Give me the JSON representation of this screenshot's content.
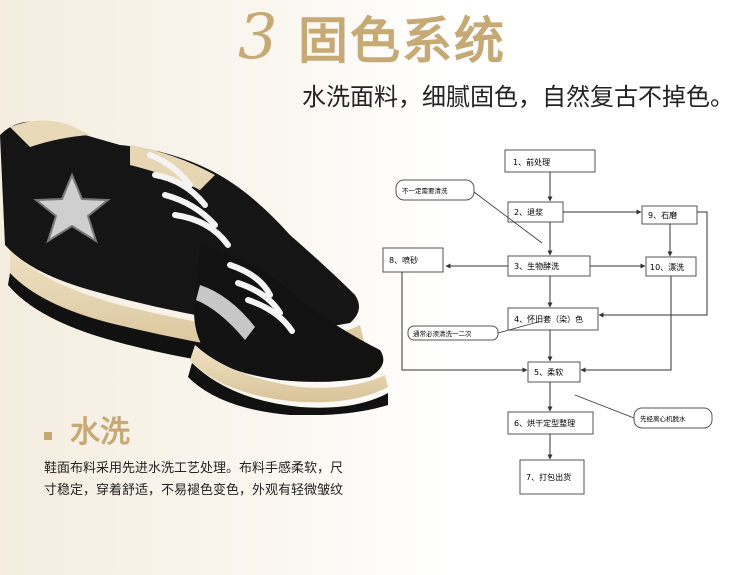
{
  "header": {
    "number": "3",
    "title": "固色系统",
    "subtitle": "水洗面料，细腻固色，自然复古不掉色。"
  },
  "wash": {
    "title": "水洗",
    "desc_line1": "鞋面布料采用先进水洗工艺处理。布料手感柔软，尺",
    "desc_line2": "寸稳定，穿着舒适，不易褪色变色，外观有轻微皱纹"
  },
  "flowchart": {
    "nodes": {
      "pretreat": "1、前处理",
      "desize": "2、退浆",
      "enzyme": "3、生物酵洗",
      "vintage": "4、怀旧套（染）色",
      "soften": "5、柔软",
      "dry": "6、烘干定型整理",
      "pack": "7、打包出货",
      "spray": "8、喷砂",
      "stone": "9、石磨",
      "bleach": "10、漂洗"
    },
    "notes": {
      "not_required": "不一定需要清洗",
      "usually_rinse": "通常必须清洗一二次",
      "centrifuge": "先经离心机脱水"
    }
  },
  "colors": {
    "accent": "#c6a975"
  },
  "icons": {
    "shoe": "sneaker-image"
  }
}
